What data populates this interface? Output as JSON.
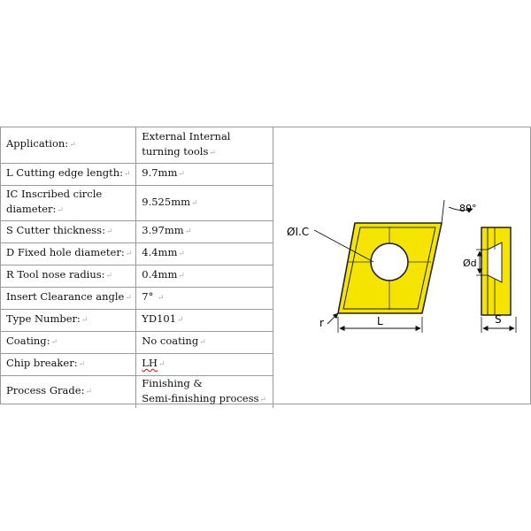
{
  "specs": {
    "rows": [
      {
        "label": "Application:",
        "value1": "External Internal",
        "value2": "turning tools"
      },
      {
        "label": "L Cutting edge length:",
        "value1": "9.7mm"
      },
      {
        "label": "IC Inscribed circle",
        "label2": "diameter:",
        "value1": "9.525mm"
      },
      {
        "label": "S Cutter thickness:",
        "value1": "3.97mm"
      },
      {
        "label": "D Fixed hole diameter:",
        "value1": "4.4mm"
      },
      {
        "label": "R Tool nose radius:",
        "value1": "0.4mm"
      },
      {
        "label": "Insert Clearance angle",
        "value1": "7°"
      },
      {
        "label": "Type Number:",
        "value1": "YD101"
      },
      {
        "label": "Coating:",
        "value1": "No coating"
      },
      {
        "label": "Chip breaker:",
        "value1": "LH"
      },
      {
        "label": "Process Grade:",
        "value1": "Finishing &",
        "value2": "Semi-finishing process"
      }
    ],
    "paragraph_mark": "↵"
  },
  "drawing": {
    "angle_label": "80°",
    "ic_label": "ØI.C",
    "d_label": "Ød",
    "r_label": "r",
    "l_label": "L",
    "s_label": "S",
    "insert_color": "#f5e400"
  }
}
